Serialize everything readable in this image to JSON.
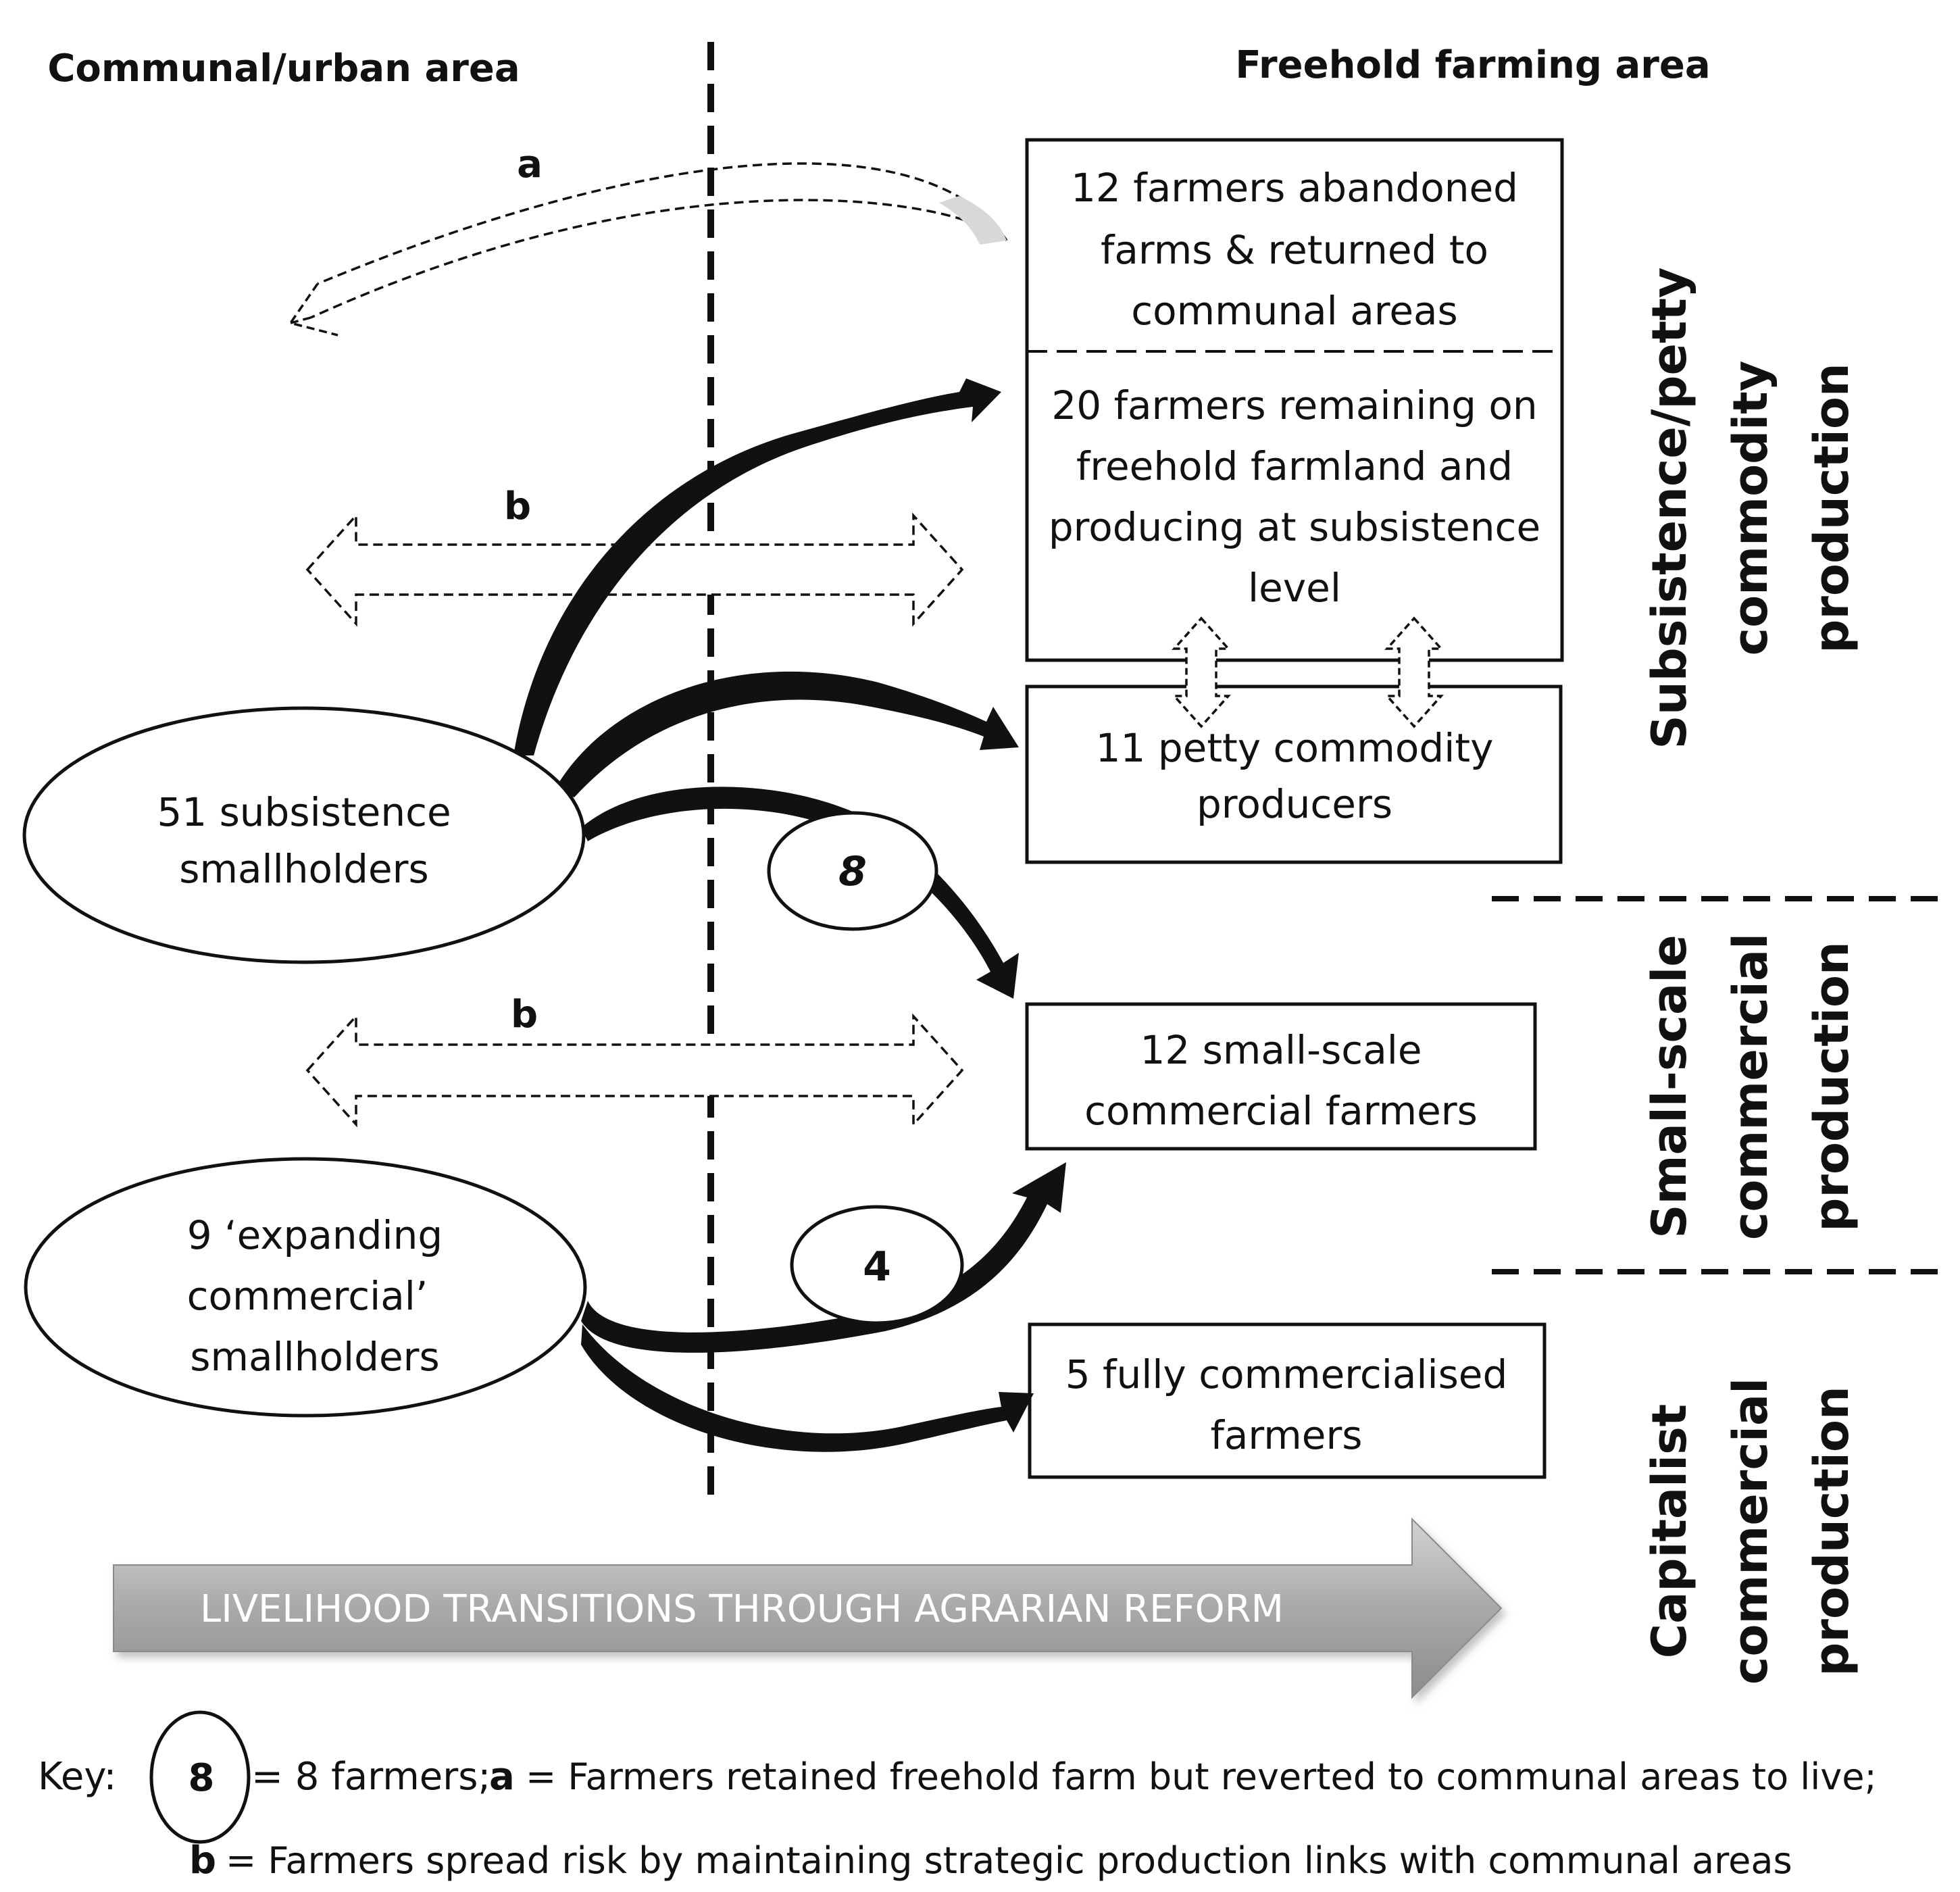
{
  "headers": {
    "left": "Communal/urban area",
    "right": "Freehold farming area"
  },
  "boxes": {
    "abandoned": [
      "12 farmers abandoned",
      "farms & returned to",
      "communal areas"
    ],
    "remaining": [
      "20 farmers remaining on",
      "freehold farmland and",
      "producing at subsistence",
      "level"
    ],
    "petty": [
      "11 petty commodity",
      "producers"
    ],
    "small_scale": [
      "12 small-scale",
      "commercial farmers"
    ],
    "fully_commercial": [
      "5 fully commercialised",
      "farmers"
    ]
  },
  "ellipses": {
    "subsistence": [
      "51 subsistence",
      "smallholders"
    ],
    "expanding": [
      "9 ‘expanding",
      "commercial’",
      "smallholders"
    ]
  },
  "counts": {
    "eight": "8",
    "four": "4"
  },
  "arrow_labels": {
    "a": "a",
    "b_top": "b",
    "b_bottom": "b"
  },
  "bands": {
    "subsistence": [
      "Subsistence/petty",
      "commodity",
      "production"
    ],
    "small_scale": [
      "Small-scale",
      "commercial",
      "production"
    ],
    "capitalist": [
      "Capitalist",
      "commercial",
      "production"
    ]
  },
  "banner": "LIVELIHOOD TRANSITIONS THROUGH AGRARIAN REFORM",
  "key": {
    "prefix": "Key:",
    "circle_value": "8",
    "circle_meaning": "= 8 farmers;",
    "a_letter": "a",
    "a_meaning": "= Farmers retained freehold farm but reverted to communal areas to live;",
    "b_letter": "b",
    "b_meaning": "= Farmers spread risk by maintaining strategic production links with communal areas"
  }
}
